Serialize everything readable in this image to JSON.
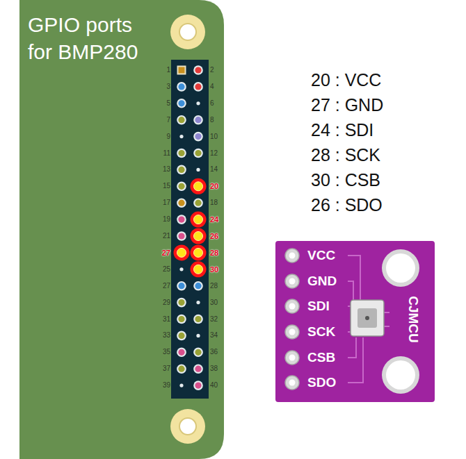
{
  "diagram": {
    "title": "GPIO ports for BMP280",
    "labels": [
      "1",
      "2",
      "3",
      "4",
      "5",
      "6",
      "7",
      "8",
      "9",
      "10",
      "11",
      "12",
      "13",
      "14",
      "15",
      "20",
      "17",
      "18",
      "19",
      "24",
      "21",
      "26",
      "27",
      "28",
      "25",
      "30",
      "27",
      "28",
      "29",
      "30",
      "31",
      "32",
      "33",
      "34",
      "35",
      "36",
      "37",
      "38",
      "39",
      "40",
      "20 : VCC",
      "27 : GND",
      "24 : SDI",
      "28 : SCK",
      "30 : CSB",
      "26 : SDO",
      "VCC",
      "GND",
      "SDI",
      "SCK",
      "CSB",
      "SDO",
      "CJMCU"
    ]
  }
}
